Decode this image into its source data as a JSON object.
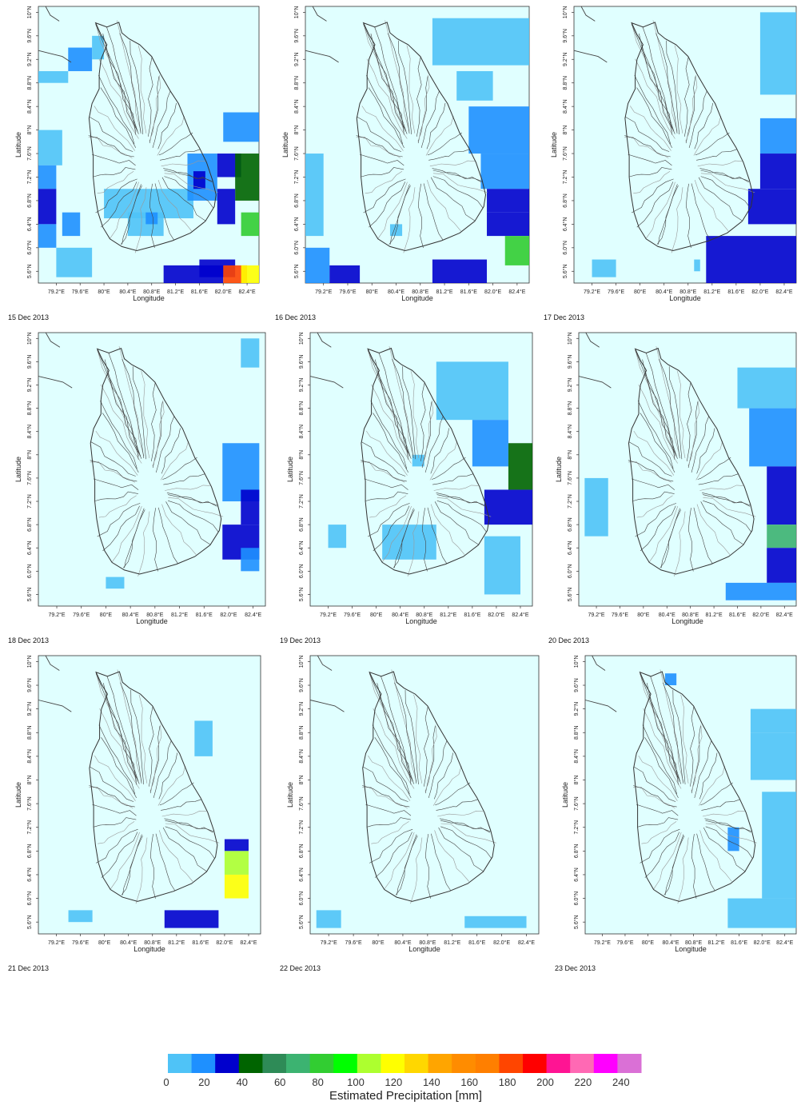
{
  "figure": {
    "lon_ticks": [
      "79.2°E",
      "79.6°E",
      "80°E",
      "80.4°E",
      "80.8°E",
      "81.2°E",
      "81.6°E",
      "82.0°E",
      "82.4°E"
    ],
    "lat_ticks": [
      "5.6°N",
      "6.0°N",
      "6.4°N",
      "6.8°N",
      "7.2°N",
      "7.6°N",
      "8°N",
      "8.4°N",
      "8.8°N",
      "9.2°N",
      "9.6°N",
      "10°N"
    ],
    "xlabel": "Longitude",
    "ylabel": "Latitude",
    "lon_range": [
      78.9,
      82.6
    ],
    "lat_range": [
      5.4,
      10.1
    ]
  },
  "legend": {
    "title": "Estimated Precipitation [mm]",
    "ticks": [
      "0",
      "20",
      "40",
      "60",
      "80",
      "100",
      "120",
      "140",
      "160",
      "180",
      "200",
      "220",
      "240"
    ],
    "colors": [
      "#4fc3f7",
      "#1e90ff",
      "#0000cd",
      "#006400",
      "#2e8b57",
      "#3cb371",
      "#32cd32",
      "#00ff00",
      "#adff2f",
      "#ffff00",
      "#ffd700",
      "#ffa500",
      "#ff8c00",
      "#ff7f00",
      "#ff4500",
      "#ff0000",
      "#ff1493",
      "#ff69b4",
      "#ff00ff",
      "#da70d6"
    ]
  },
  "colors": {
    "background": "#e0ffff",
    "coast": "#333333",
    "river": "#666666"
  },
  "panels": [
    {
      "date": "15 Dec 2013"
    },
    {
      "date": "16 Dec 2013"
    },
    {
      "date": "17 Dec 2013"
    },
    {
      "date": "18 Dec 2013"
    },
    {
      "date": "19 Dec 2013"
    },
    {
      "date": "20 Dec 2013"
    },
    {
      "date": "21 Dec 2013"
    },
    {
      "date": "22 Dec 2013"
    },
    {
      "date": "23 Dec 2013"
    }
  ],
  "chart_data": {
    "type": "heatmap",
    "value_unit": "mm",
    "cells_note_format": "[lon_min, lat_min, lon_max, lat_max, estimated_mm]",
    "panels": [
      {
        "date": "15 Dec 2013",
        "cells": [
          [
            79.4,
            9.0,
            79.8,
            9.4,
            15
          ],
          [
            79.8,
            9.2,
            80.0,
            9.6,
            10
          ],
          [
            78.9,
            8.8,
            79.4,
            9.0,
            10
          ],
          [
            78.9,
            7.4,
            79.3,
            8.0,
            12
          ],
          [
            78.9,
            7.0,
            79.2,
            7.4,
            18
          ],
          [
            78.9,
            6.4,
            79.2,
            7.0,
            32
          ],
          [
            78.9,
            6.0,
            79.2,
            6.4,
            22
          ],
          [
            79.3,
            6.2,
            79.6,
            6.6,
            14
          ],
          [
            79.2,
            5.5,
            79.8,
            6.0,
            8
          ],
          [
            80.0,
            6.5,
            81.5,
            7.0,
            10
          ],
          [
            80.4,
            6.2,
            81.0,
            6.6,
            8
          ],
          [
            80.7,
            6.4,
            80.9,
            6.6,
            20
          ],
          [
            81.4,
            6.8,
            81.9,
            7.6,
            20
          ],
          [
            81.5,
            7.0,
            81.7,
            7.3,
            32
          ],
          [
            82.0,
            7.8,
            82.6,
            8.3,
            14
          ],
          [
            81.9,
            7.2,
            82.3,
            7.6,
            30
          ],
          [
            82.2,
            6.8,
            82.6,
            7.6,
            40
          ],
          [
            81.9,
            6.4,
            82.2,
            7.0,
            35
          ],
          [
            82.3,
            6.2,
            82.6,
            6.6,
            80
          ],
          [
            81.0,
            5.4,
            82.0,
            5.7,
            35
          ],
          [
            81.6,
            5.5,
            82.2,
            5.8,
            25
          ],
          [
            82.0,
            5.4,
            82.4,
            5.7,
            180
          ],
          [
            82.3,
            5.4,
            82.6,
            5.7,
            120
          ]
        ]
      },
      {
        "date": "16 Dec 2013",
        "cells": [
          [
            81.0,
            9.1,
            82.6,
            9.9,
            6
          ],
          [
            81.4,
            8.5,
            82.0,
            9.0,
            5
          ],
          [
            78.9,
            6.2,
            79.2,
            7.6,
            12
          ],
          [
            78.9,
            5.4,
            79.3,
            6.0,
            20
          ],
          [
            79.3,
            5.4,
            79.8,
            5.7,
            35
          ],
          [
            80.3,
            6.2,
            80.5,
            6.4,
            10
          ],
          [
            81.6,
            7.6,
            82.6,
            8.4,
            15
          ],
          [
            81.8,
            7.0,
            82.6,
            7.6,
            20
          ],
          [
            81.9,
            6.6,
            82.6,
            7.0,
            25
          ],
          [
            81.9,
            6.2,
            82.6,
            6.6,
            35
          ],
          [
            82.2,
            5.7,
            82.6,
            6.2,
            85
          ],
          [
            81.0,
            5.4,
            81.9,
            5.8,
            35
          ]
        ]
      },
      {
        "date": "17 Dec 2013",
        "cells": [
          [
            82.0,
            8.6,
            82.6,
            10.0,
            8
          ],
          [
            82.0,
            7.6,
            82.6,
            8.2,
            20
          ],
          [
            82.0,
            7.0,
            82.6,
            7.6,
            28
          ],
          [
            81.8,
            6.4,
            82.6,
            7.0,
            35
          ],
          [
            81.1,
            5.4,
            82.6,
            6.2,
            30
          ],
          [
            79.2,
            5.5,
            79.6,
            5.8,
            12
          ],
          [
            80.9,
            5.6,
            81.0,
            5.8,
            12
          ]
        ]
      },
      {
        "date": "18 Dec 2013",
        "cells": [
          [
            82.2,
            9.5,
            82.5,
            10.0,
            10
          ],
          [
            81.9,
            7.2,
            82.5,
            8.2,
            22
          ],
          [
            82.2,
            6.8,
            82.5,
            7.4,
            35
          ],
          [
            81.9,
            6.2,
            82.5,
            6.8,
            25
          ],
          [
            82.2,
            6.0,
            82.5,
            6.4,
            15
          ],
          [
            80.0,
            5.7,
            80.3,
            5.9,
            8
          ]
        ]
      },
      {
        "date": "19 Dec 2013",
        "cells": [
          [
            81.0,
            8.6,
            82.2,
            9.6,
            12
          ],
          [
            81.6,
            7.8,
            82.2,
            8.6,
            18
          ],
          [
            82.2,
            7.4,
            82.6,
            8.2,
            40
          ],
          [
            81.8,
            6.8,
            82.6,
            7.4,
            25
          ],
          [
            81.8,
            5.6,
            82.4,
            6.6,
            12
          ],
          [
            80.1,
            6.2,
            81.0,
            6.8,
            10
          ],
          [
            79.2,
            6.4,
            79.5,
            6.8,
            8
          ],
          [
            80.6,
            7.8,
            80.8,
            8.0,
            10
          ]
        ]
      },
      {
        "date": "20 Dec 2013",
        "cells": [
          [
            81.6,
            8.8,
            82.6,
            9.5,
            10
          ],
          [
            81.8,
            7.8,
            82.6,
            8.8,
            20
          ],
          [
            82.1,
            6.8,
            82.6,
            7.8,
            25
          ],
          [
            82.1,
            6.4,
            82.6,
            6.8,
            70
          ],
          [
            82.1,
            5.8,
            82.6,
            6.4,
            30
          ],
          [
            81.4,
            5.5,
            82.6,
            5.8,
            15
          ],
          [
            79.0,
            6.6,
            79.4,
            7.6,
            12
          ]
        ]
      },
      {
        "date": "21 Dec 2013",
        "cells": [
          [
            81.5,
            8.4,
            81.8,
            9.0,
            10
          ],
          [
            82.0,
            6.8,
            82.4,
            7.0,
            35
          ],
          [
            82.0,
            6.4,
            82.4,
            6.8,
            100
          ],
          [
            82.0,
            6.0,
            82.4,
            6.4,
            120
          ],
          [
            81.0,
            5.5,
            81.9,
            5.8,
            30
          ],
          [
            79.4,
            5.6,
            79.8,
            5.8,
            12
          ]
        ]
      },
      {
        "date": "22 Dec 2013",
        "cells": [
          [
            79.0,
            5.5,
            79.4,
            5.8,
            8
          ],
          [
            81.4,
            5.5,
            82.4,
            5.7,
            5
          ]
        ]
      },
      {
        "date": "23 Dec 2013",
        "cells": [
          [
            80.3,
            9.6,
            80.5,
            9.8,
            15
          ],
          [
            81.8,
            8.8,
            82.6,
            9.2,
            8
          ],
          [
            81.8,
            8.0,
            82.6,
            8.8,
            10
          ],
          [
            82.0,
            6.0,
            82.6,
            7.8,
            12
          ],
          [
            81.4,
            5.5,
            82.6,
            6.0,
            10
          ],
          [
            81.4,
            6.8,
            81.6,
            7.2,
            18
          ]
        ]
      }
    ]
  }
}
